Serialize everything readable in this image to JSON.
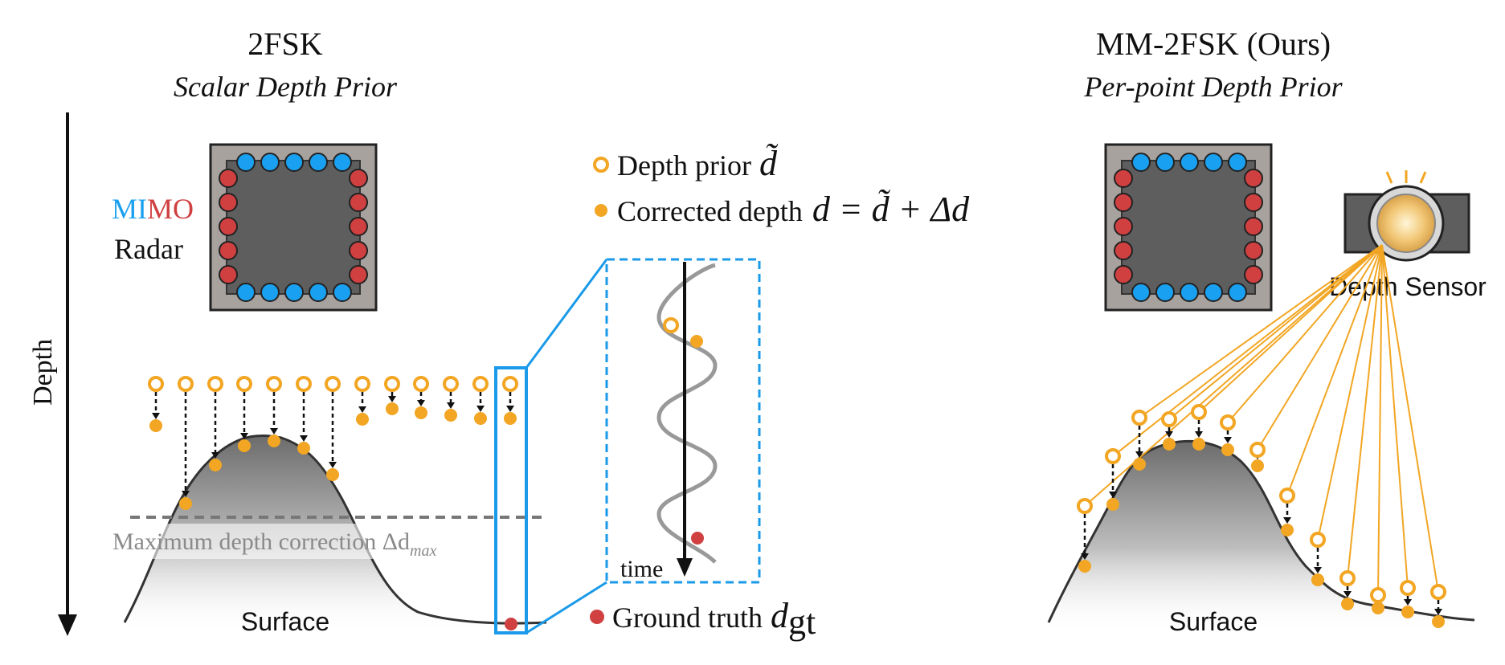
{
  "left": {
    "title": "2FSK",
    "subtitle": "Scalar Depth Prior",
    "mimo_blue": "MI",
    "mimo_red": "MO",
    "radar": "Radar",
    "max_depth_label": "Maximum depth correction Δd",
    "max_depth_sub": "max",
    "surface": "Surface",
    "axis_label": "Depth"
  },
  "right": {
    "title": "MM-2FSK (Ours)",
    "subtitle": "Per-point Depth Prior",
    "depth_sensor": "Depth Sensor",
    "surface": "Surface"
  },
  "legend": {
    "prior_label": "Depth prior",
    "prior_symbol": "d̃",
    "corrected_label": "Corrected depth",
    "corrected_formula": "d = d̃ + Δd",
    "gt_label": "Ground truth",
    "gt_symbol": "d",
    "gt_sub": "gt",
    "time": "time"
  },
  "colors": {
    "blue": "#1aa0f0",
    "red": "#d04040",
    "orange": "#f2a623",
    "zoom_blue": "#1a9ae8"
  }
}
